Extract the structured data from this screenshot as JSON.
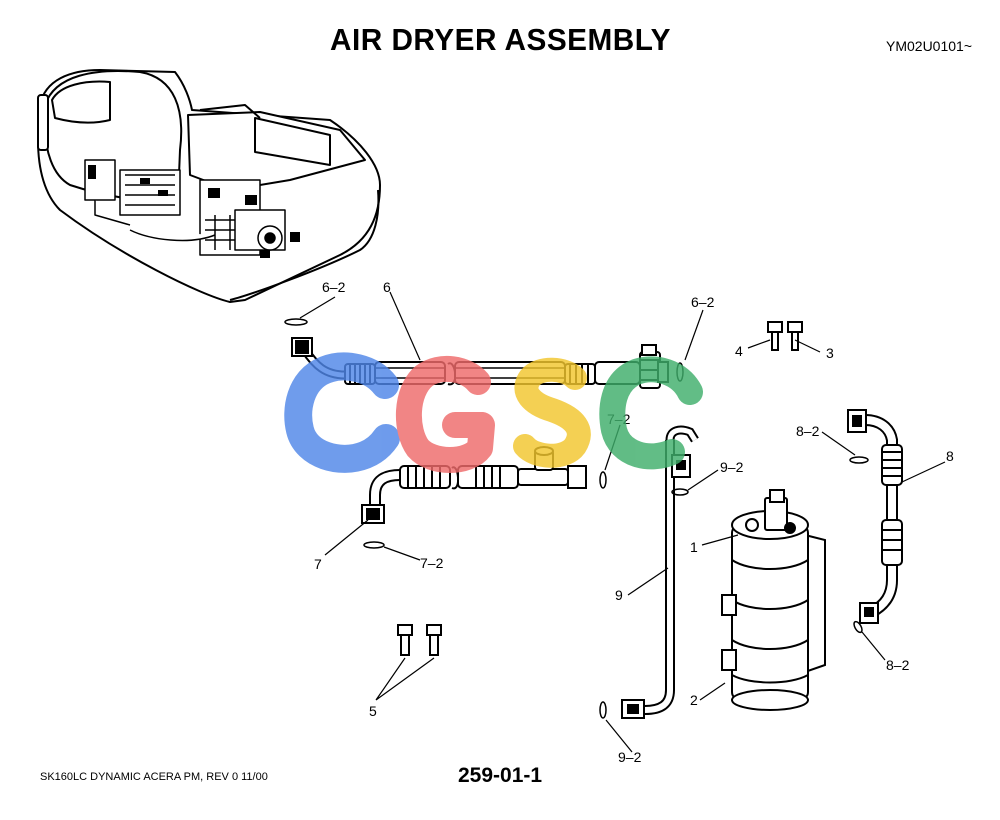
{
  "title": "AIR DRYER ASSEMBLY",
  "model_code": "YM02U0101~",
  "footer": {
    "left": "SK160LC DYNAMIC ACERA PM,  REV 0 11/00",
    "page": "259-01-1"
  },
  "watermark": {
    "letters": [
      "C",
      "G",
      "S",
      "C"
    ],
    "colors": [
      "#4f86e8",
      "#ef6b6b",
      "#f2c62e",
      "#3fae6b"
    ]
  },
  "callouts": {
    "c6_2a": "6–2",
    "c6": "6",
    "c6_2b": "6–2",
    "c4": "4",
    "c3": "3",
    "c7_2a": "7–2",
    "c8_2a": "8–2",
    "c8": "8",
    "c9_2a": "9–2",
    "c1": "1",
    "c7": "7",
    "c7_2b": "7–2",
    "c9": "9",
    "c5": "5",
    "c2": "2",
    "c8_2b": "8–2",
    "c9_2b": "9–2"
  }
}
